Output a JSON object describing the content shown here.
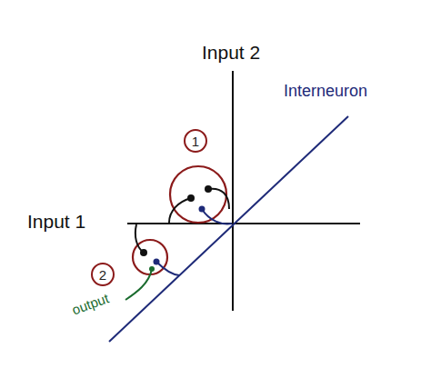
{
  "diagram": {
    "nodes": [
      {
        "text": [
          "1"
        ]
      },
      {
        "text": [
          "2"
        ]
      }
    ],
    "labels": [
      "Input 2",
      "Interneuron",
      "Input 1",
      "output"
    ]
  }
}
